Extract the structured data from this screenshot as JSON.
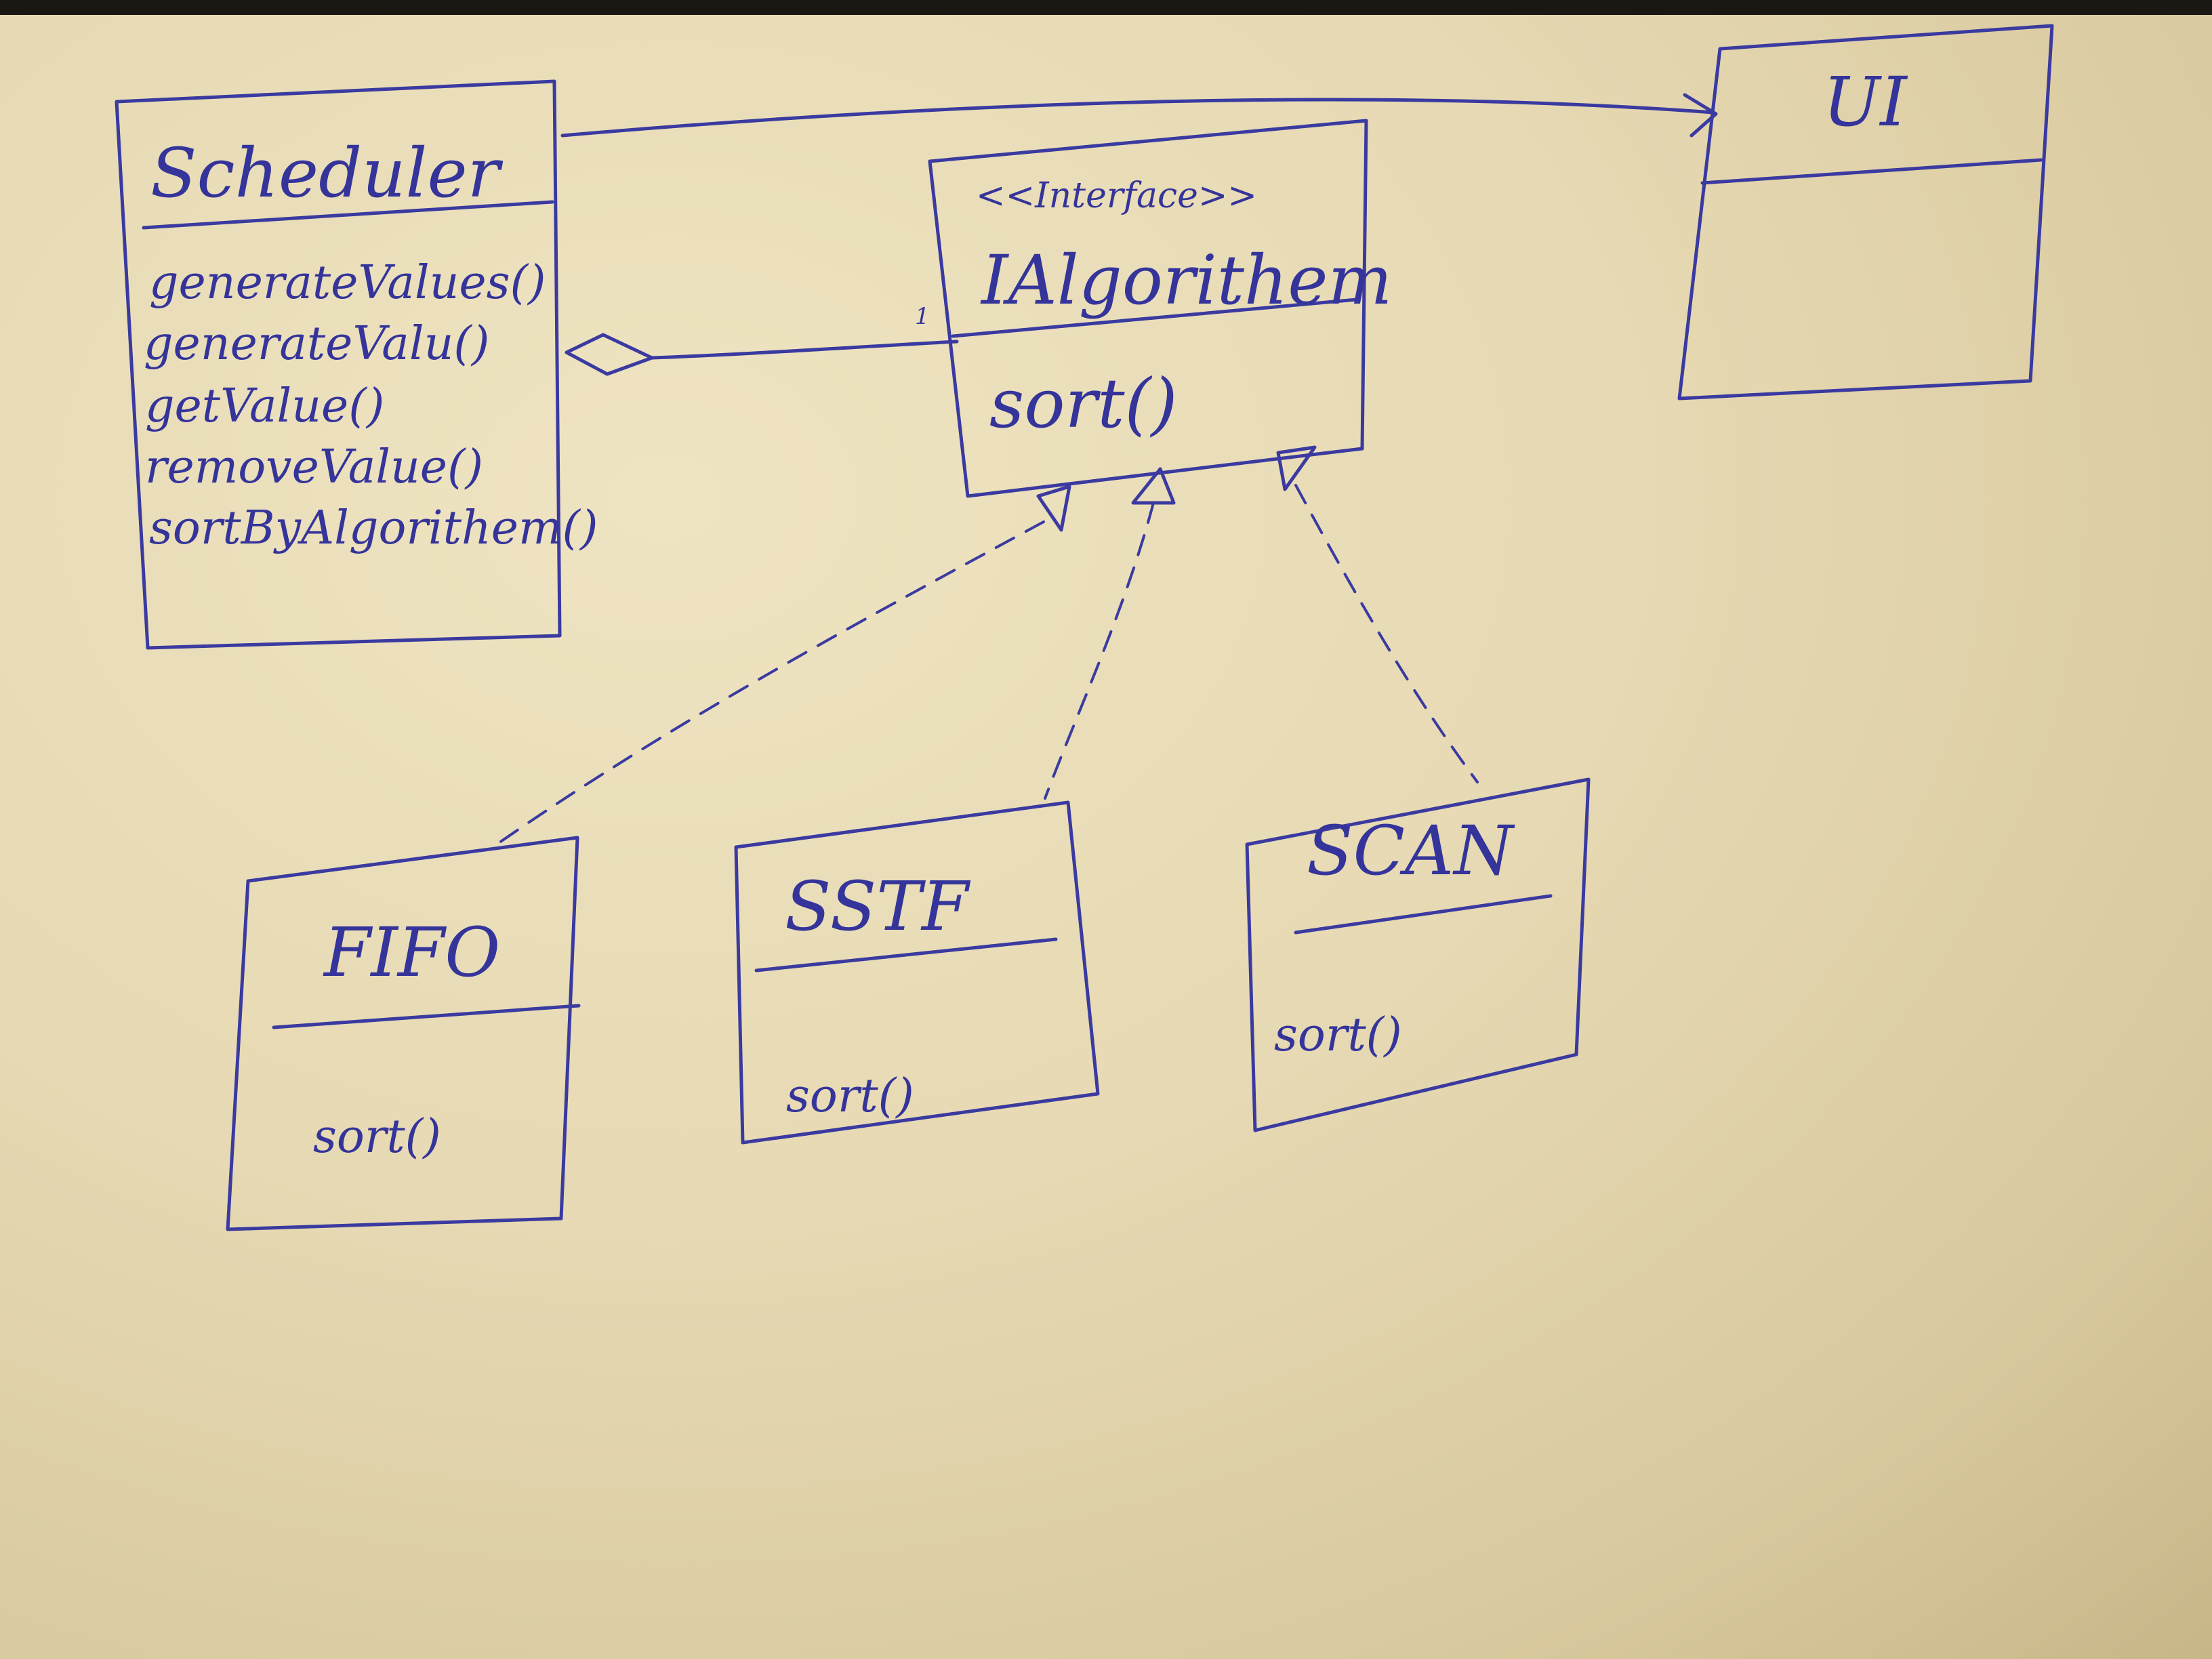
{
  "diagram": {
    "scheduler": {
      "name": "Scheduler",
      "operations": [
        "generateValues()",
        "generateValu()",
        "getValue()",
        "removeValue()",
        "sortByAlgorithem()"
      ]
    },
    "ui": {
      "name": "UI"
    },
    "interface": {
      "stereotype": "<<Interface>>",
      "name": "IAlgorithem",
      "operation": "sort()",
      "multiplicity": "1"
    },
    "fifo": {
      "name": "FIFO",
      "operation": "sort()"
    },
    "sstf": {
      "name": "SSTF",
      "operation": "sort()"
    },
    "scan": {
      "name": "SCAN",
      "operation": "sort()"
    }
  },
  "colors": {
    "ink": "#3a3aa0",
    "paper": "#e6d9b3"
  }
}
